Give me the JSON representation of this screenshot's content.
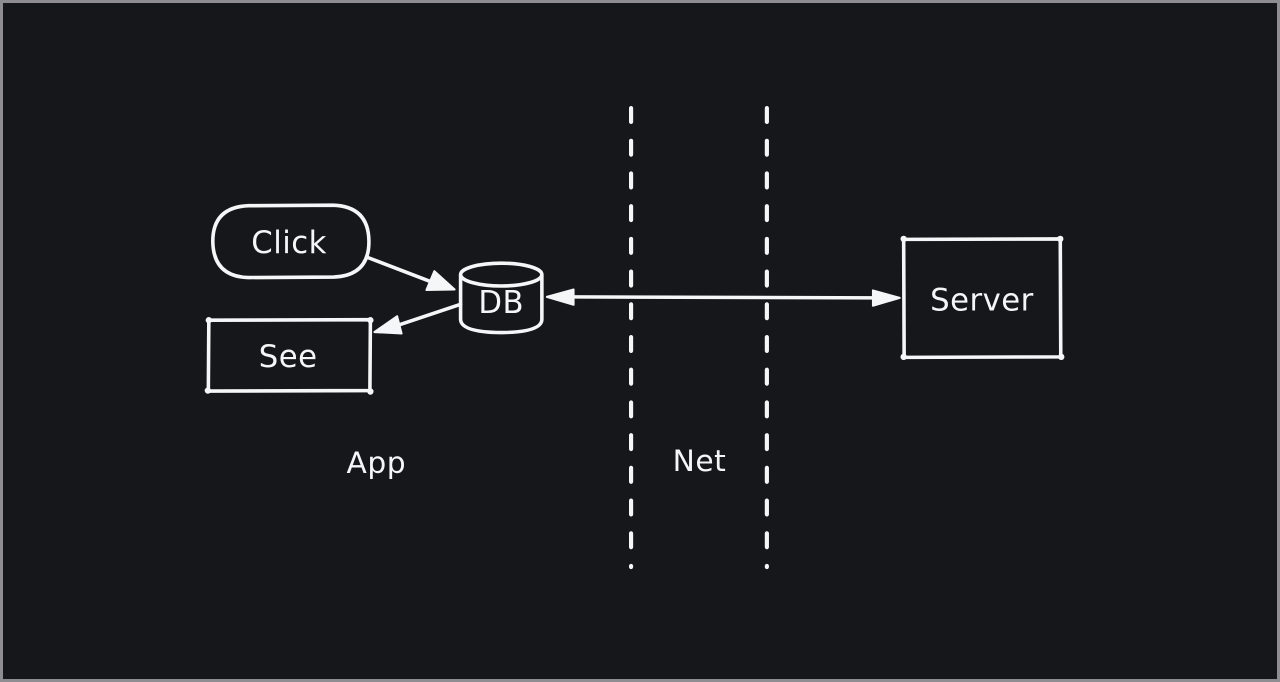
{
  "theme": {
    "canvas_bg": "#16171a",
    "frame_border": "#8e8e92",
    "stroke_color": "#f5f6f8",
    "text_color": "#f5f6f8"
  },
  "diagram": {
    "style": "hand-drawn-whiteboard-dark",
    "nodes": {
      "click": {
        "label": "Click",
        "shape": "pill"
      },
      "db": {
        "label": "DB",
        "shape": "cylinder"
      },
      "see": {
        "label": "See",
        "shape": "rectangle"
      },
      "server": {
        "label": "Server",
        "shape": "rectangle"
      }
    },
    "zone_labels": {
      "app": "App",
      "net": "Net"
    },
    "edges": [
      {
        "from": "click",
        "to": "db",
        "type": "arrow"
      },
      {
        "from": "db",
        "to": "see",
        "type": "arrow"
      },
      {
        "from": "db",
        "to": "server",
        "type": "double-arrow"
      }
    ],
    "boundaries": [
      {
        "id": "net-left",
        "type": "dashed-vertical-line"
      },
      {
        "id": "net-right",
        "type": "dashed-vertical-line"
      }
    ]
  }
}
